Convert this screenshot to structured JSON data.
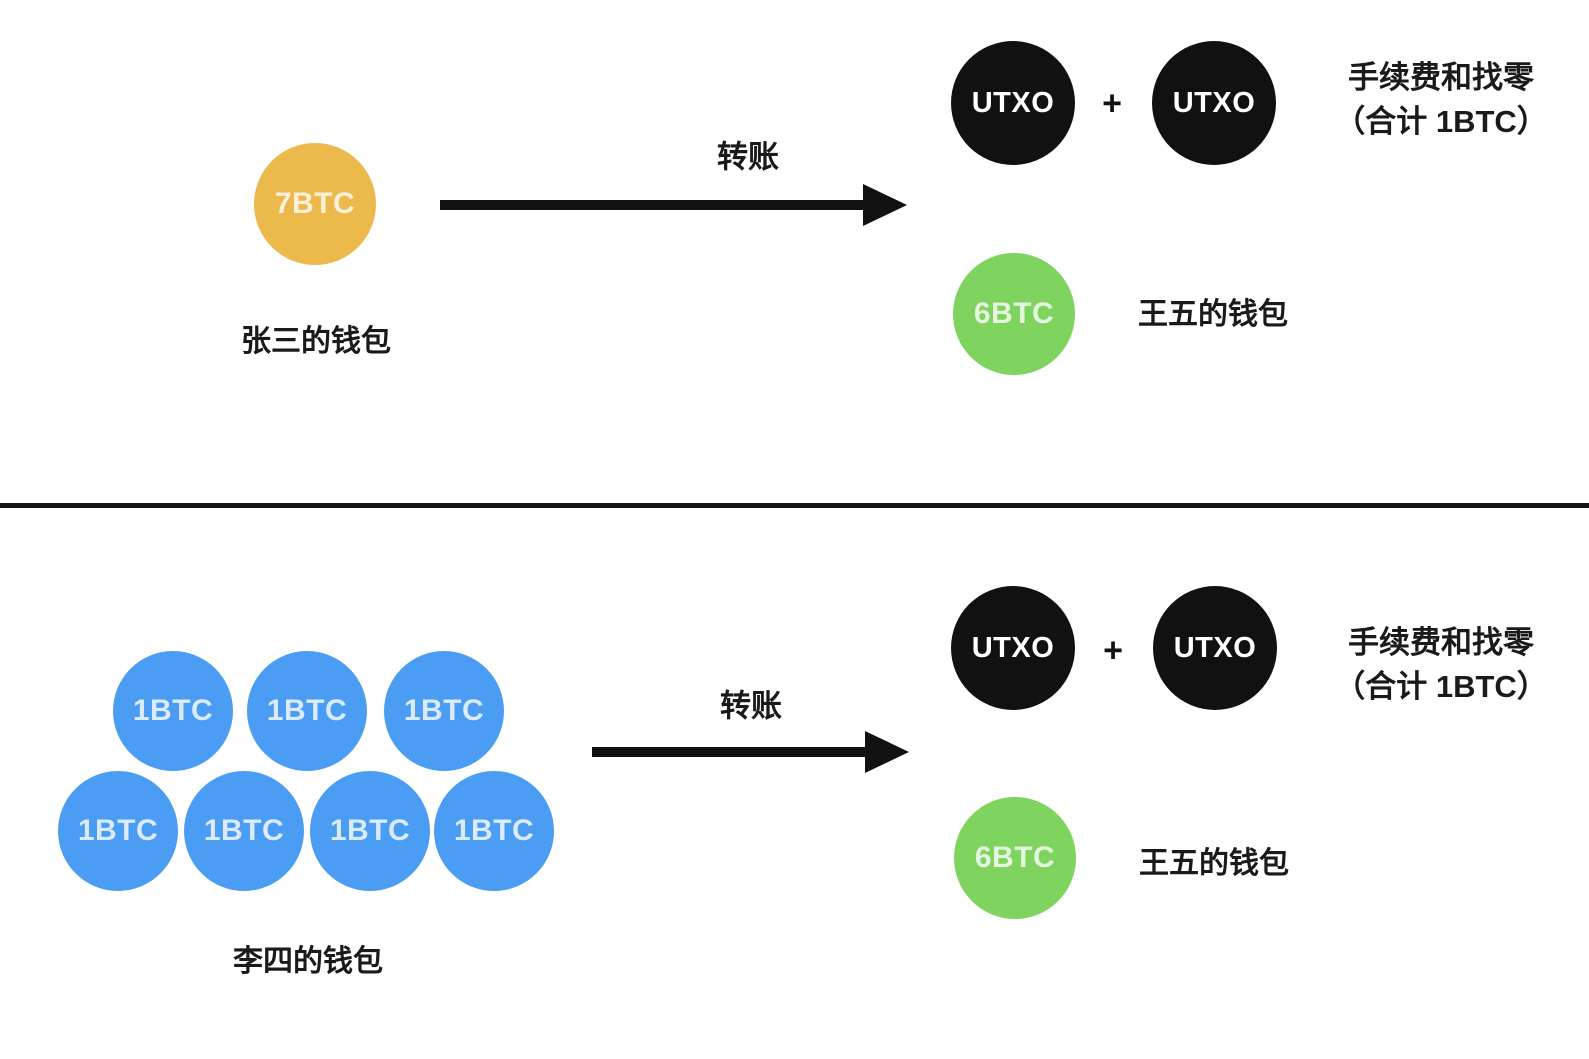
{
  "colors": {
    "background": "#ffffff",
    "black_circle": "#111111",
    "orange_circle": "#ecba4c",
    "green_circle": "#7ed45f",
    "blue_circle": "#4a9df3",
    "text": "#1a1a1a",
    "coin_text": "rgba(255,255,255,0.8)",
    "utxo_text": "#ffffff"
  },
  "top_section": {
    "source_coin_label": "7BTC",
    "source_wallet_label": "张三的钱包",
    "arrow_label": "转账",
    "utxo_1_label": "UTXO",
    "plus_sign": "+",
    "utxo_2_label": "UTXO",
    "fee_note_line1": "手续费和找零",
    "fee_note_line2": "（合计 1BTC）",
    "output_coin_label": "6BTC",
    "recipient_wallet_label": "王五的钱包"
  },
  "bottom_section": {
    "coins": [
      "1BTC",
      "1BTC",
      "1BTC",
      "1BTC",
      "1BTC",
      "1BTC",
      "1BTC"
    ],
    "source_wallet_label": "李四的钱包",
    "arrow_label": "转账",
    "utxo_1_label": "UTXO",
    "plus_sign": "+",
    "utxo_2_label": "UTXO",
    "fee_note_line1": "手续费和找零",
    "fee_note_line2": "（合计 1BTC）",
    "output_coin_label": "6BTC",
    "recipient_wallet_label": "王五的钱包"
  }
}
